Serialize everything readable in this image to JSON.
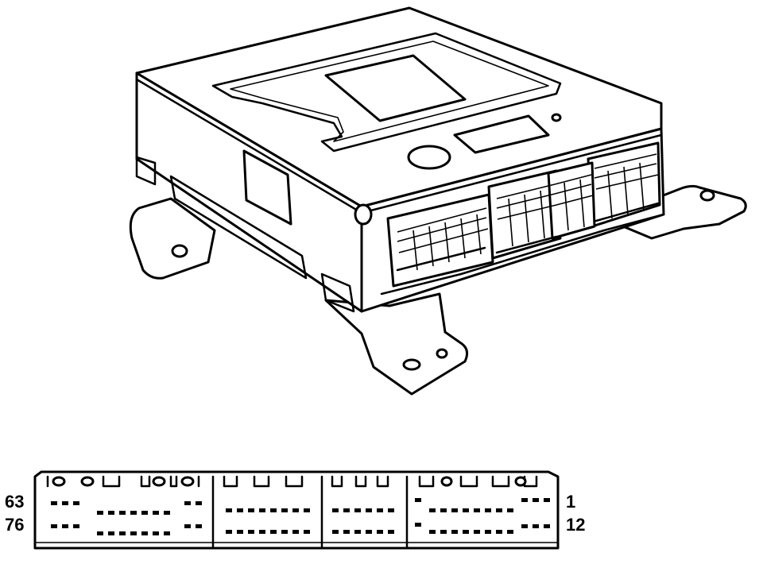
{
  "pin_labels": {
    "top_left": "63",
    "bottom_left": "76",
    "top_right": "1",
    "bottom_right": "12"
  }
}
